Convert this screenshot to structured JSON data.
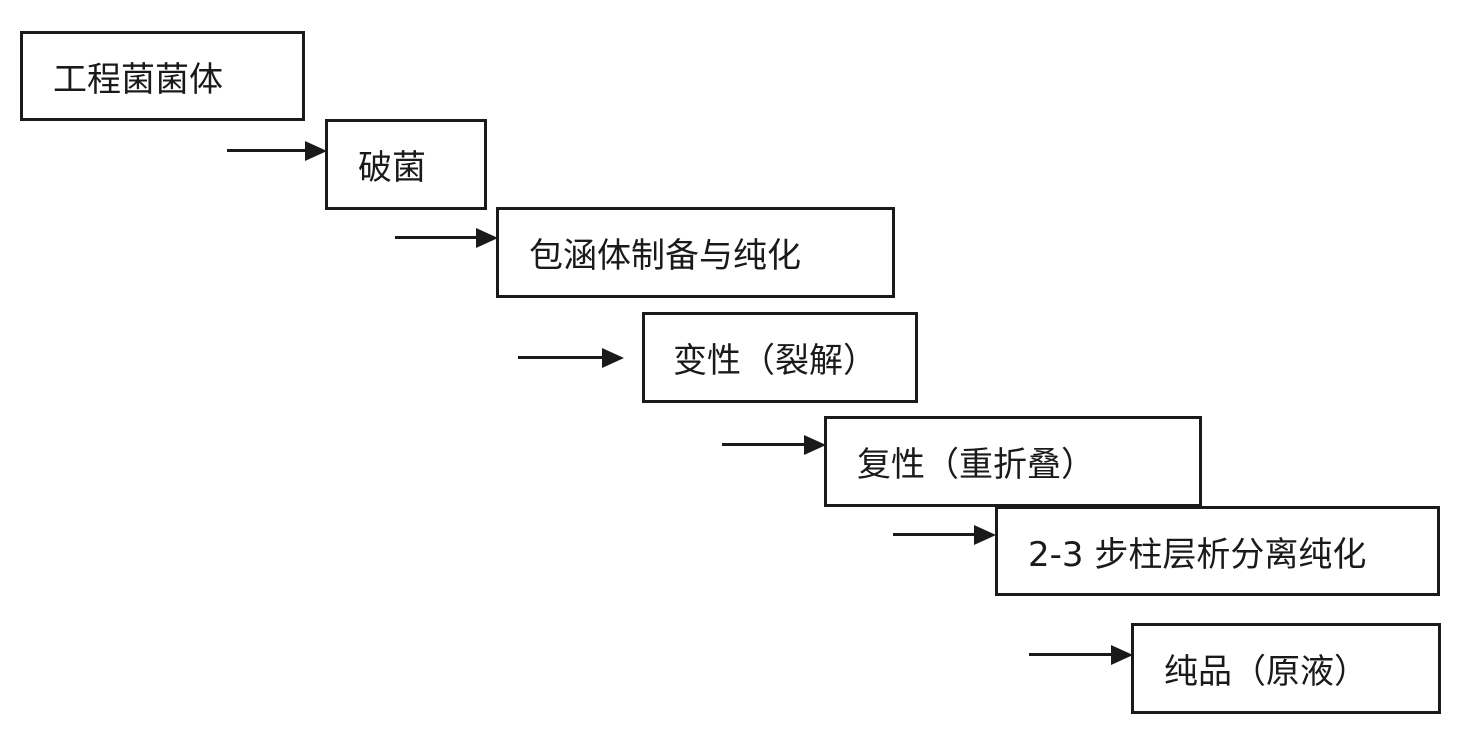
{
  "steps": [
    {
      "label": "工程菌菌体"
    },
    {
      "label": "破菌"
    },
    {
      "label": "包涵体制备与纯化"
    },
    {
      "label": "变性（裂解）"
    },
    {
      "label": "复性（重折叠）"
    },
    {
      "label": "2-3 步柱层析分离纯化"
    },
    {
      "label": "纯品（原液）"
    }
  ]
}
